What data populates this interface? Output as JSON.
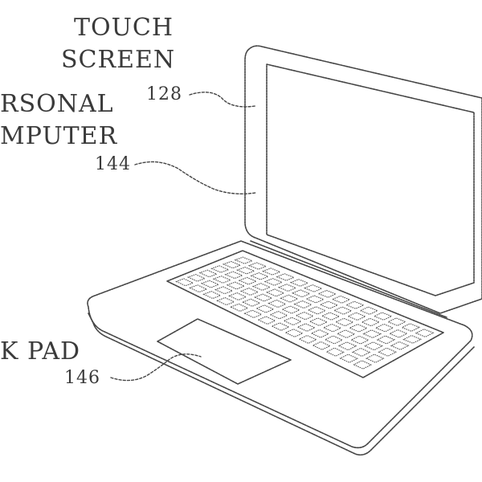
{
  "labels": {
    "touch_screen": {
      "line1": "TOUCH",
      "line2": "SCREEN",
      "ref": "128"
    },
    "personal_computer": {
      "line1": "RSONAL",
      "line2": "MPUTER",
      "ref": "144"
    },
    "track_pad": {
      "line1": "K PAD",
      "ref": "146"
    }
  },
  "colors": {
    "ink": "#444444",
    "text": "#3a3a3a",
    "background": "#ffffff"
  },
  "style": "patent line drawing, dotted strokes"
}
